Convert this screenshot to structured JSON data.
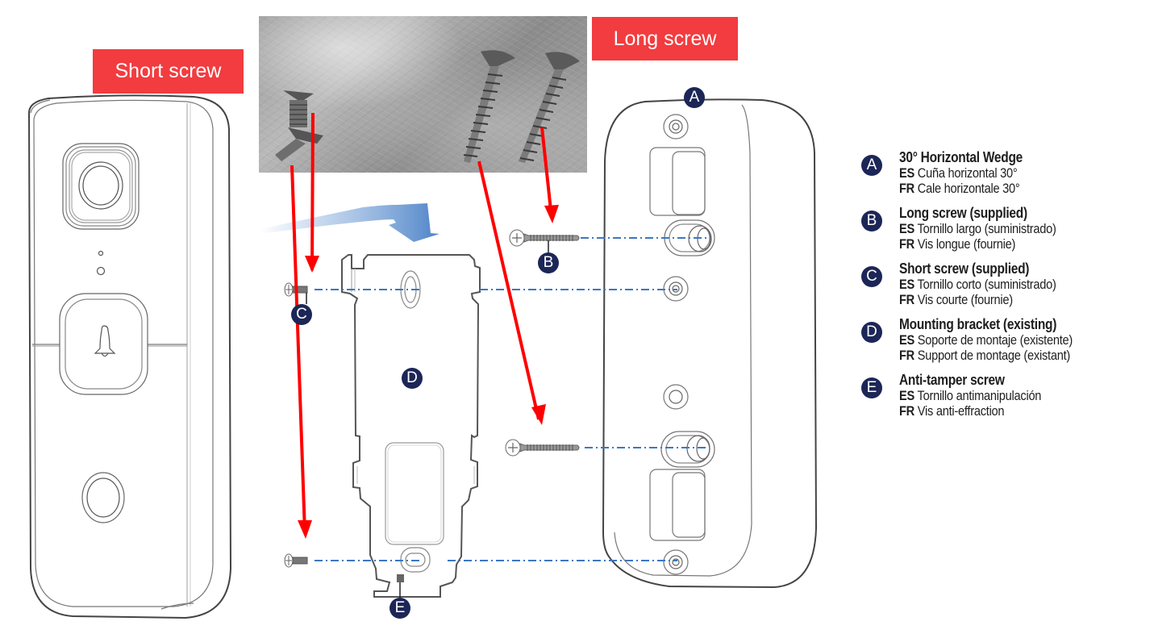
{
  "callouts": {
    "short_screw_label": "Short screw",
    "long_screw_label": "Long screw"
  },
  "colors": {
    "callout_red": "#f23c3f",
    "arrow_red": "#ff0000",
    "badge_navy": "#1c2657",
    "guide_blue": "#3a78c2",
    "line_gray": "#555555"
  },
  "badges": {
    "A": "A",
    "B": "B",
    "C": "C",
    "D": "D",
    "E": "E"
  },
  "legend": {
    "items": [
      {
        "badge": "A",
        "title": "30° Horizontal Wedge",
        "es_code": "ES",
        "es": "Cuña horizontal 30°",
        "fr_code": "FR",
        "fr": "Cale horizontale 30°"
      },
      {
        "badge": "B",
        "title": "Long screw (supplied)",
        "es_code": "ES",
        "es": "Tornillo largo (suministrado)",
        "fr_code": "FR",
        "fr": "Vis longue (fournie)"
      },
      {
        "badge": "C",
        "title": "Short screw (supplied)",
        "es_code": "ES",
        "es": "Tornillo corto (suministrado)",
        "fr_code": "FR",
        "fr": "Vis courte (fournie)"
      },
      {
        "badge": "D",
        "title": "Mounting bracket (existing)",
        "es_code": "ES",
        "es": "Soporte de montaje (existente)",
        "fr_code": "FR",
        "fr": "Support de montage (existant)"
      },
      {
        "badge": "E",
        "title": "Anti-tamper screw",
        "es_code": "ES",
        "es": "Tornillo antimanipulación",
        "fr_code": "FR",
        "fr": "Vis anti-effraction"
      }
    ]
  }
}
